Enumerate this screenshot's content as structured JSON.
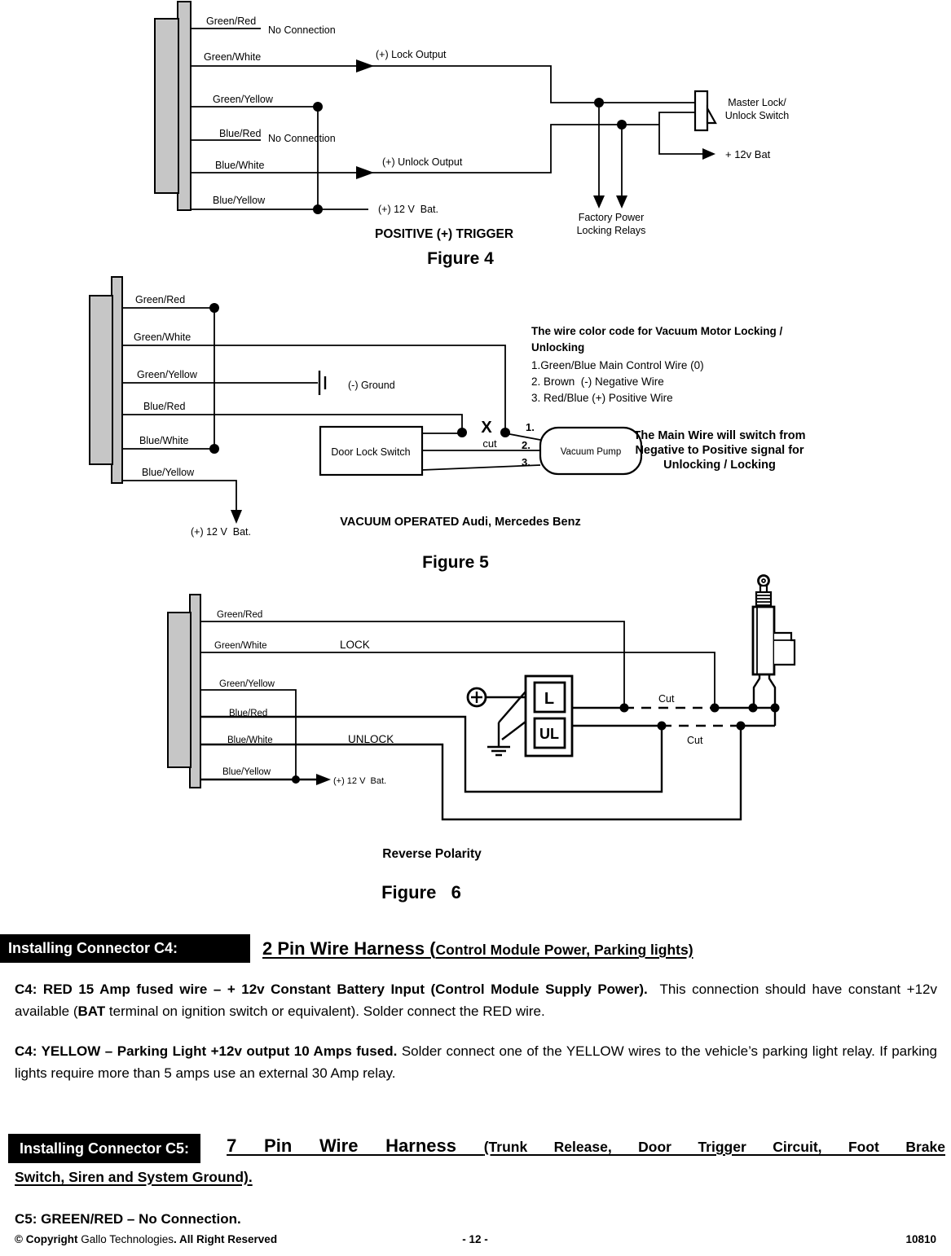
{
  "fig4": {
    "wires": [
      "Green/Red",
      "Green/White",
      "Green/Yellow",
      "Blue/Red",
      "Blue/White",
      "Blue/Yellow"
    ],
    "no_connection_1": "No Connection",
    "no_connection_2": "No Connection",
    "lock_output": "(+) Lock Output",
    "unlock_output": "(+) Unlock Output",
    "bat_12v": "(+) 12 V  Bat.",
    "trigger_caption": "POSITIVE (+) TRIGGER",
    "master_switch_line1": "Master Lock/",
    "master_switch_line2": "Unlock Switch",
    "plus_12v_bat": "+ 12v Bat",
    "factory_line1": "Factory Power",
    "factory_line2": "Locking Relays",
    "title": "Figure 4"
  },
  "fig5": {
    "wires": [
      "Green/Red",
      "Green/White",
      "Green/Yellow",
      "Blue/Red",
      "Blue/White",
      "Blue/Yellow"
    ],
    "ground": "(-) Ground",
    "door_lock_switch": "Door Lock Switch",
    "vacuum_pump": "Vacuum Pump",
    "x_mark": "X",
    "cut": "cut",
    "n1": "1.",
    "n2": "2.",
    "n3": "3.",
    "bat_12v": "(+) 12 V  Bat.",
    "color_code_title1": "The wire color code for Vacuum Motor Locking /",
    "color_code_title2": "Unlocking",
    "color_code_1": "1.Green/Blue Main Control Wire (0)",
    "color_code_2": "2. Brown  (-) Negative Wire",
    "color_code_3": "3. Red/Blue (+) Positive Wire",
    "main_wire_1": "The Main Wire will switch from",
    "main_wire_2": "Negative to Positive signal for",
    "main_wire_3": "Unlocking / Locking",
    "caption": "VACUUM OPERATED Audi, Mercedes Benz",
    "title": "Figure 5"
  },
  "fig6": {
    "wires": [
      "Green/Red",
      "Green/White",
      "Green/Yellow",
      "Blue/Red",
      "Blue/White",
      "Blue/Yellow"
    ],
    "lock": "LOCK",
    "unlock": "UNLOCK",
    "bat_12v": "(+) 12 V  Bat.",
    "l_label": "L",
    "ul_label": "UL",
    "cut1": "Cut",
    "cut2": "Cut",
    "caption": "Reverse Polarity",
    "title": "Figure   6"
  },
  "sections": {
    "c4": {
      "tag": "Installing Connector C4:",
      "heading_big": "2 Pin Wire Harness (",
      "heading_small": "Control Module Power, Parking lights)",
      "p1_bold": "C4: RED 15 Amp fused wire – + 12v Constant Battery Input (Control Module Supply Power).",
      "p1_text_a": "  This connection should have constant +12v available (",
      "p1_bold2": "BAT",
      "p1_text_b": " terminal on ignition switch or equivalent). Solder connect the RED wire.",
      "p2_bold": "C4: YELLOW – Parking Light +12v output 10 Amps fused.",
      "p2_text": " Solder connect one of the YELLOW wires to the vehicle’s parking light relay. If parking lights require more than 5 amps use an external 30 Amp relay."
    },
    "c5": {
      "tag": "Installing Connector C5:",
      "heading_big": "7 Pin Wire Harness ",
      "heading_small_1": "(Trunk Release, Door Trigger Circuit, Foot Brake",
      "heading_small_2": "Switch, Siren and System Ground).",
      "line": "C5: GREEN/RED – No Connection."
    }
  },
  "footer": {
    "copyright_b1": "© Copyright",
    "copyright_n": " Gallo Technologies",
    "copyright_b2": ". All Right Reserved",
    "page": "- 12 -",
    "doc": "10810"
  }
}
